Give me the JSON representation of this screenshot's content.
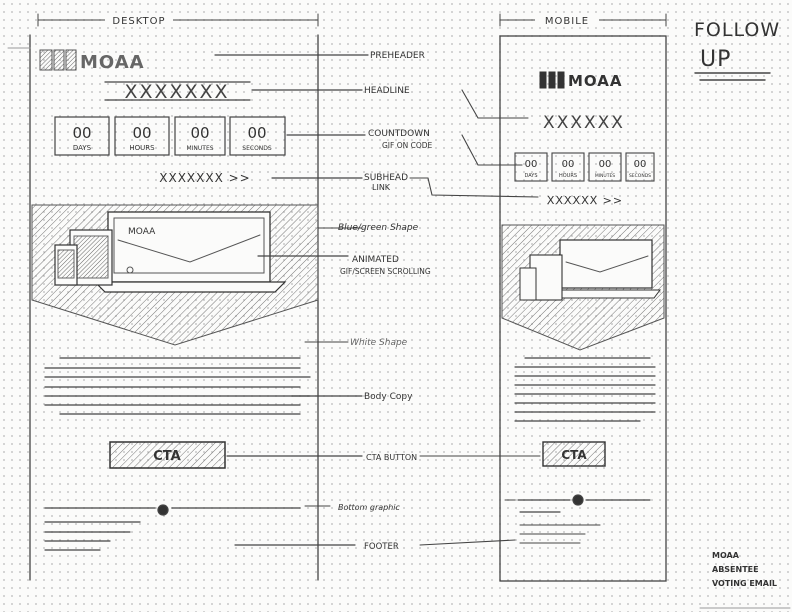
{
  "frames": {
    "desktop_label": "DESKTOP",
    "mobile_label": "MOBILE"
  },
  "desktop": {
    "logo_text": "MOAA",
    "headline_text": "XXXXXXX",
    "countdown": [
      {
        "value": "00",
        "unit": "DAYS"
      },
      {
        "value": "00",
        "unit": "HOURS"
      },
      {
        "value": "00",
        "unit": "MINUTES"
      },
      {
        "value": "00",
        "unit": "SECONDS"
      }
    ],
    "subhead_link_text": "XXXXXXX >>",
    "screen_logo_text": "MOAA",
    "cta_label": "CTA"
  },
  "mobile": {
    "logo_text": "MOAA",
    "headline_text": "XXXXXX",
    "countdown": [
      {
        "value": "00",
        "unit": "DAYS"
      },
      {
        "value": "00",
        "unit": "HOURS"
      },
      {
        "value": "00",
        "unit": "MINUTES"
      },
      {
        "value": "00",
        "unit": "SECONDS"
      }
    ],
    "subhead_link_text": "XXXXXX >>",
    "cta_label": "CTA"
  },
  "annotations": {
    "preheader": "PREHEADER",
    "headline": "HEADLINE",
    "countdown": "COUNTDOWN",
    "countdown_sub": "GIF ON CODE",
    "subhead_link": "SUBHEAD",
    "subhead_link_sub": "LINK",
    "blue_green_shape": "Blue/green Shape",
    "animated": "ANIMATED",
    "animated_sub": "GIF/SCREEN SCROLLING",
    "white_shape": "White Shape",
    "body_copy": "Body Copy",
    "cta_button": "CTA BUTTON",
    "bottom_graphic": "Bottom graphic",
    "footer": "FOOTER"
  },
  "notes": {
    "follow_up_line1": "FOLLOW",
    "follow_up_line2": "UP",
    "email_line1": "MOAA",
    "email_line2": "ABSENTEE",
    "email_line3": "VOTING EMAIL"
  }
}
